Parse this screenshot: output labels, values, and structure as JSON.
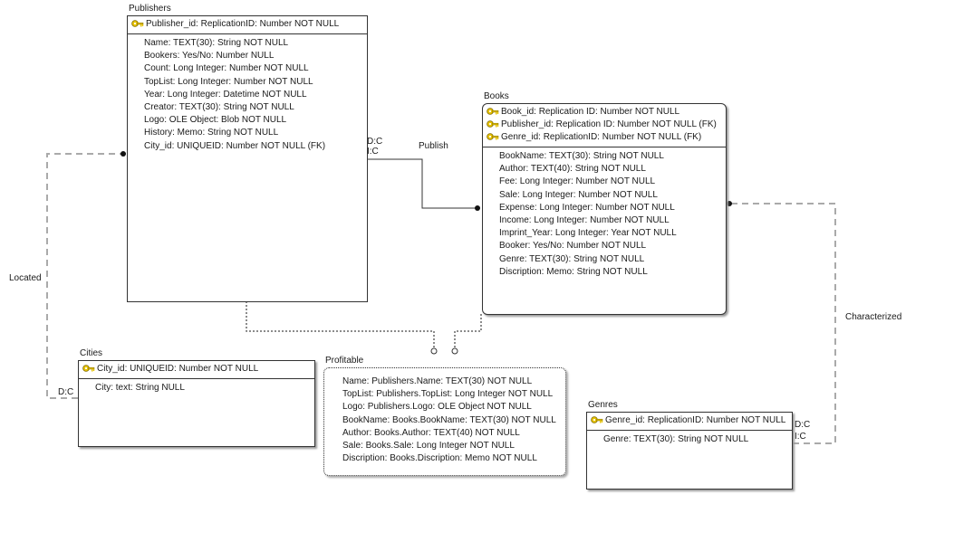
{
  "entities": {
    "publishers": {
      "title": "Publishers",
      "keys": [
        {
          "text": "Publisher_id: ReplicationID: Number NOT NULL",
          "icon": "key-icon"
        }
      ],
      "attributes": [
        "Name: TEXT(30): String NOT NULL",
        "Bookers: Yes/No: Number NULL",
        "Count: Long Integer: Number NOT NULL",
        "TopList: Long Integer: Number NOT NULL",
        "Year: Long Integer: Datetime NOT NULL",
        "Creator: TEXT(30): String NOT NULL",
        "Logo: OLE Object: Blob NOT NULL",
        "History: Memo: String NOT NULL",
        "City_id: UNIQUEID: Number NOT NULL (FK)"
      ]
    },
    "books": {
      "title": "Books",
      "keys": [
        {
          "text": "Book_id: Replication ID: Number NOT NULL",
          "icon": "key-icon"
        },
        {
          "text": "Publisher_id: Replication ID: Number NOT NULL (FK)",
          "icon": "key-icon"
        },
        {
          "text": "Genre_id: ReplicationID: Number NOT NULL (FK)",
          "icon": "key-icon"
        }
      ],
      "attributes": [
        "BookName: TEXT(30): String NOT NULL",
        "Author: TEXT(40): String NOT NULL",
        "Fee: Long Integer: Number NOT NULL",
        "Sale: Long Integer: Number NOT NULL",
        "Expense: Long Integer: Number NOT NULL",
        "Income: Long Integer: Number NOT NULL",
        "Imprint_Year: Long Integer: Year NOT NULL",
        "Booker: Yes/No: Number NOT NULL",
        "Genre: TEXT(30): String NOT NULL",
        "Discription: Memo: String NOT NULL"
      ]
    },
    "cities": {
      "title": "Cities",
      "keys": [
        {
          "text": "City_id: UNIQUEID: Number NOT NULL",
          "icon": "key-icon"
        }
      ],
      "attributes": [
        "City: text: String NULL"
      ]
    },
    "profitable": {
      "title": "Profitable",
      "attributes": [
        "Name: Publishers.Name: TEXT(30) NOT NULL",
        "TopList: Publishers.TopList: Long Integer NOT NULL",
        "Logo: Publishers.Logo: OLE Object NOT NULL",
        "BookName: Books.BookName: TEXT(30) NOT NULL",
        "Author: Books.Author: TEXT(40) NOT NULL",
        "Sale: Books.Sale: Long Integer NOT NULL",
        "Discription: Books.Discription: Memo NOT NULL"
      ]
    },
    "genres": {
      "title": "Genres",
      "keys": [
        {
          "text": "Genre_id: ReplicationID: Number NOT NULL",
          "icon": "key-icon"
        }
      ],
      "attributes": [
        "Genre: TEXT(30): String NOT NULL"
      ]
    }
  },
  "relationships": {
    "publish": {
      "label": "Publish",
      "card_top": "D:C",
      "card_bottom": "I:C"
    },
    "located": {
      "label": "Located",
      "card": "D:C"
    },
    "characterized": {
      "label": "Characterized",
      "card_top": "D:C",
      "card_bottom": "I:C"
    }
  },
  "colors": {
    "line": "#333333",
    "key_icon": "#e6c200",
    "dashed_line": "#aaaaaa"
  }
}
